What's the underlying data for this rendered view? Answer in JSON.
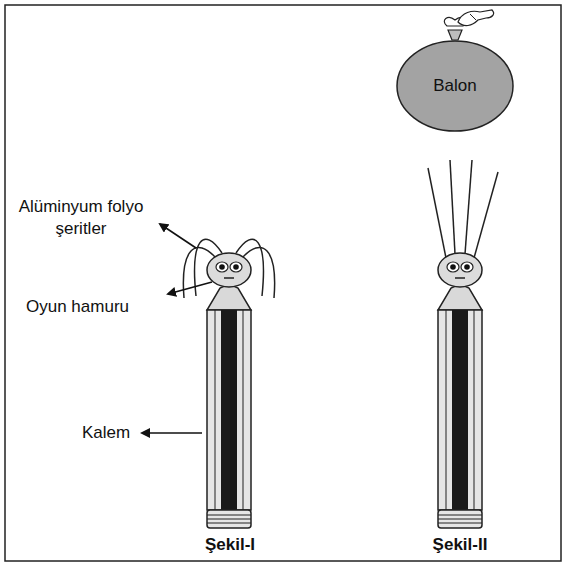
{
  "diagram": {
    "nodes": [
      {
        "text": [
          "Balon"
        ]
      }
    ],
    "labels": [
      "Alüminyum folyo şeritler",
      "Oyun hamuru",
      "Kalem",
      "Şekil-I",
      "Şekil-II"
    ]
  }
}
